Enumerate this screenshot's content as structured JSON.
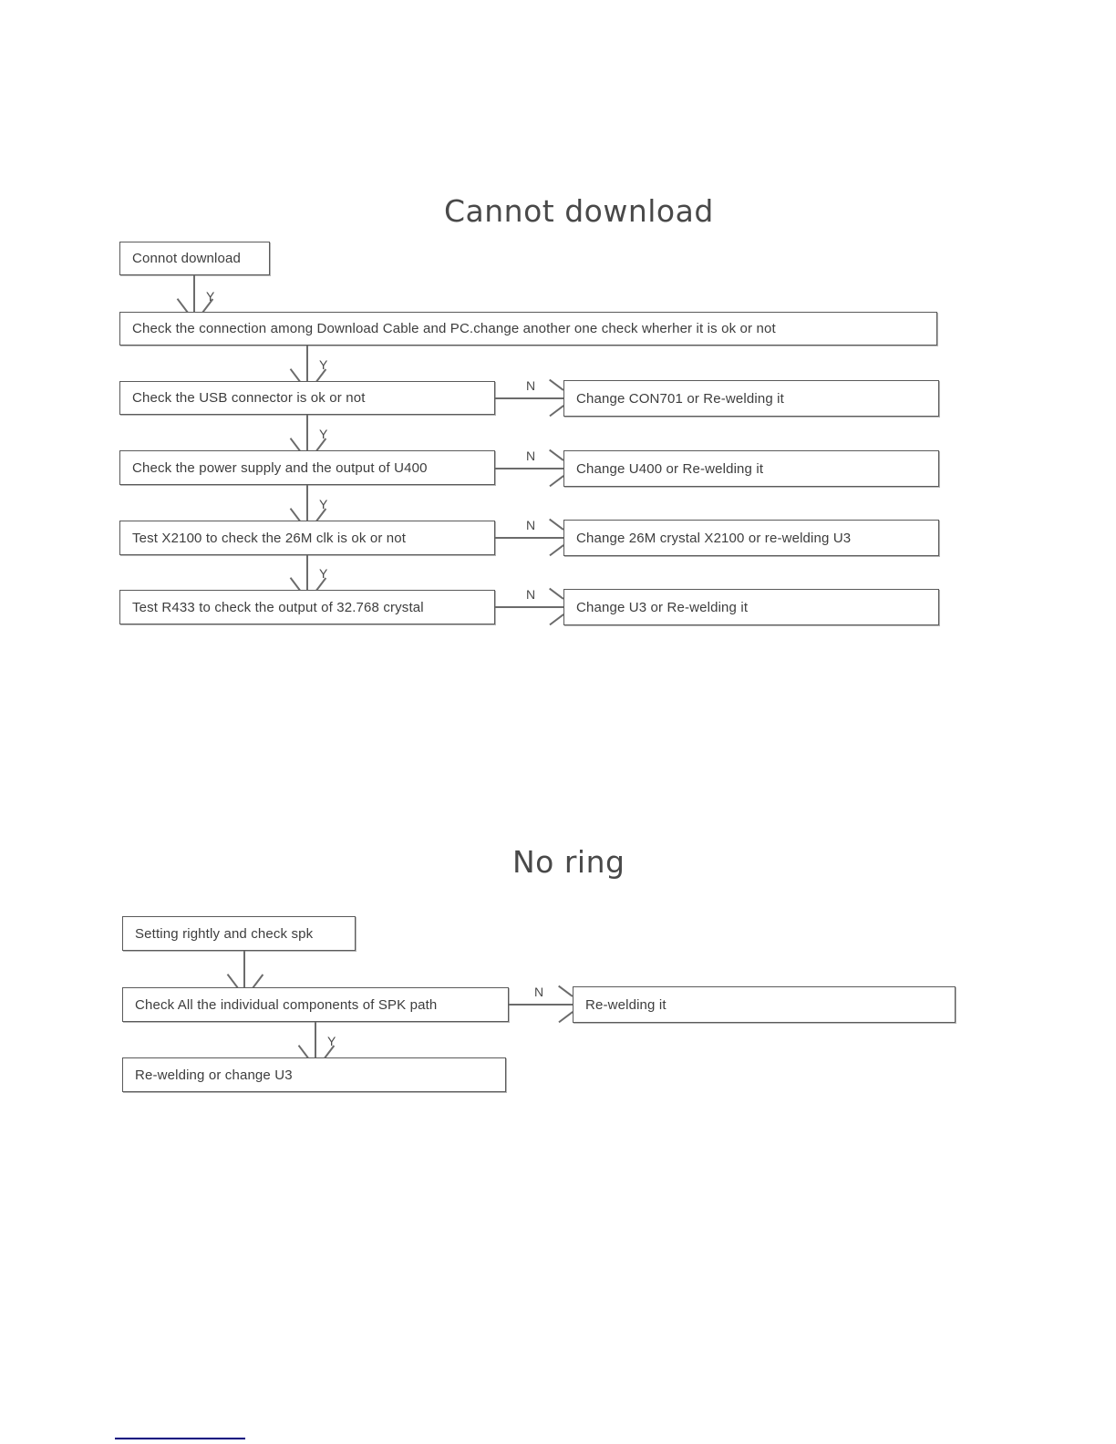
{
  "document": {
    "background_color": "#ffffff",
    "line_color": "#6b6b6b",
    "box_border_color": "#5a5a5a",
    "text_color": "#3d3d3d",
    "footer_rule_color": "#00007f"
  },
  "charts": [
    {
      "title": "Cannot download",
      "nodes": {
        "start": "Connot download",
        "step1": "Check the connection among Download Cable and PC.change another one check wherher it is ok or not",
        "step2": "Check the USB connector is ok or not",
        "step3": "Check the power supply and the output of U400",
        "step4": "Test X2100 to check the 26M clk is ok or not",
        "step5": "Test R433 to check the output of 32.768 crystal",
        "fix2": "Change CON701 or Re-welding it",
        "fix3": "Change U400 or Re-welding it",
        "fix4": "Change 26M crystal X2100 or re-welding U3",
        "fix5": "Change U3 or Re-welding it"
      },
      "edges": {
        "start_to_step1": "Y",
        "step1_to_step2": "Y",
        "step2_to_step3": "Y",
        "step3_to_step4": "Y",
        "step4_to_step5": "Y",
        "step2_to_fix2": "N",
        "step3_to_fix3": "N",
        "step4_to_fix4": "N",
        "step5_to_fix5": "N"
      }
    },
    {
      "title": "No ring",
      "nodes": {
        "start": "Setting rightly and check spk",
        "step1": "Check All the individual components of SPK path",
        "step2": "Re-welding or change U3",
        "fix1": "Re-welding it"
      },
      "edges": {
        "start_to_step1": "",
        "step1_to_step2": "Y",
        "step1_to_fix1": "N"
      }
    }
  ]
}
